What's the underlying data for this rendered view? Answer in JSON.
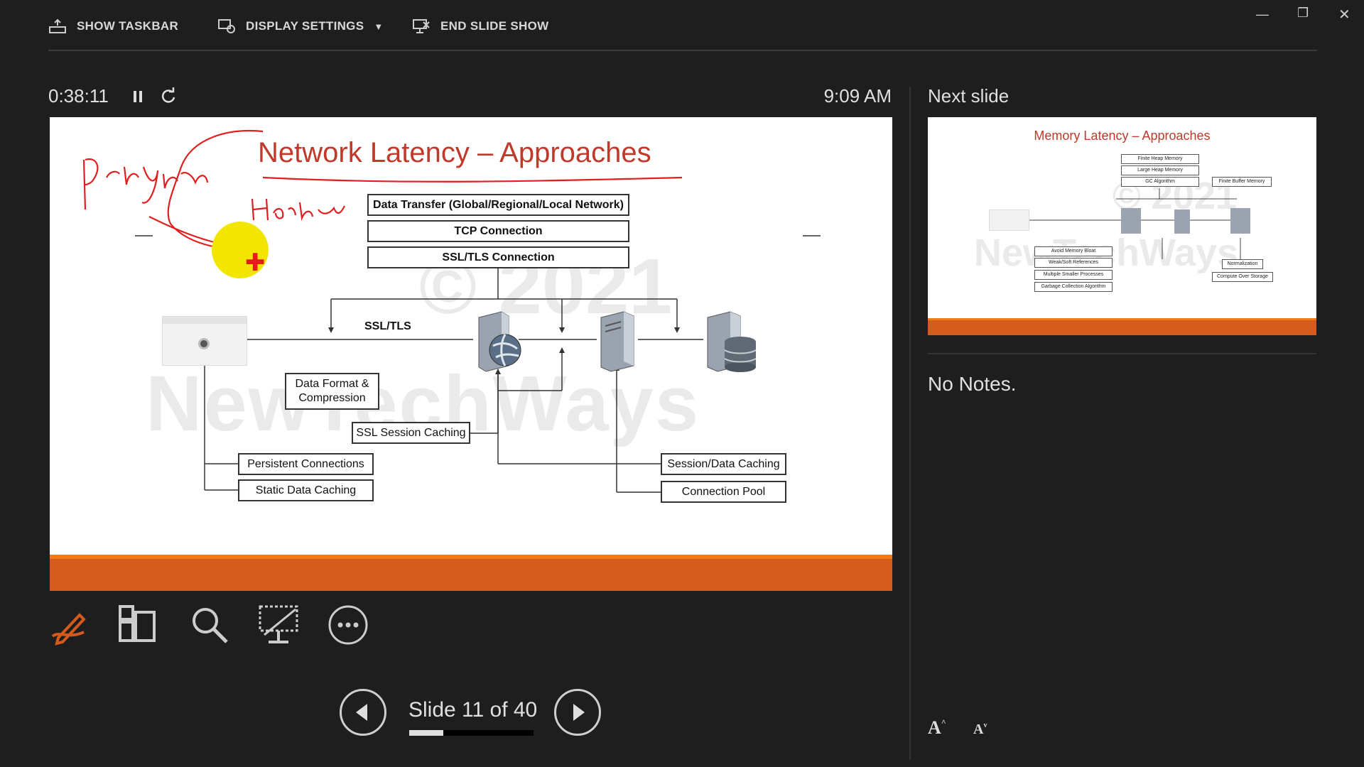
{
  "toolbar": {
    "show_taskbar": "SHOW TASKBAR",
    "display_settings": "DISPLAY SETTINGS",
    "end_slide_show": "END SLIDE SHOW"
  },
  "timer": {
    "elapsed": "0:38:11",
    "clock": "9:09 AM"
  },
  "next_slide": {
    "heading": "Next slide",
    "title": "Memory Latency – Approaches",
    "boxes_top": [
      "Finite Heap Memory",
      "Large Heap Memory",
      "GC Algorithm"
    ],
    "box_right_top": "Finite Buffer Memory",
    "boxes_bottom": [
      "Avoid Memory Bloat",
      "Weak/Soft References",
      "Multiple Smaller Processes",
      "Garbage Collection Algorithm"
    ],
    "boxes_right_bottom": [
      "Normalization",
      "Compute Over Storage"
    ]
  },
  "notes": {
    "text": "No Notes."
  },
  "slide": {
    "title": "Network Latency – Approaches",
    "watermark_year": "© 2021",
    "watermark_brand": "NewTechWays",
    "ssl_label": "SSL/TLS",
    "boxes": {
      "data_transfer": "Data Transfer (Global/Regional/Local Network)",
      "tcp": "TCP Connection",
      "ssl_tls": "SSL/TLS Connection",
      "data_format": "Data Format & Compression",
      "ssl_session": "SSL Session Caching",
      "persistent": "Persistent Connections",
      "static_caching": "Static Data Caching",
      "session_caching": "Session/Data Caching",
      "conn_pool": "Connection Pool"
    },
    "annotations": {
      "program": "Program",
      "hardware": "Hardware"
    }
  },
  "navigation": {
    "slide_counter": "Slide 11 of 40",
    "progress": 0.275
  },
  "colors": {
    "accent": "#d45a1d",
    "title_red": "#c0392b",
    "bg": "#1e1e1e"
  },
  "icons": [
    "taskbar-icon",
    "display-settings-icon",
    "end-show-icon",
    "pause-icon",
    "restart-icon",
    "pen-icon",
    "slides-grid-icon",
    "zoom-icon",
    "black-screen-icon",
    "more-icon",
    "prev-icon",
    "next-icon",
    "font-larger-icon",
    "font-smaller-icon"
  ]
}
